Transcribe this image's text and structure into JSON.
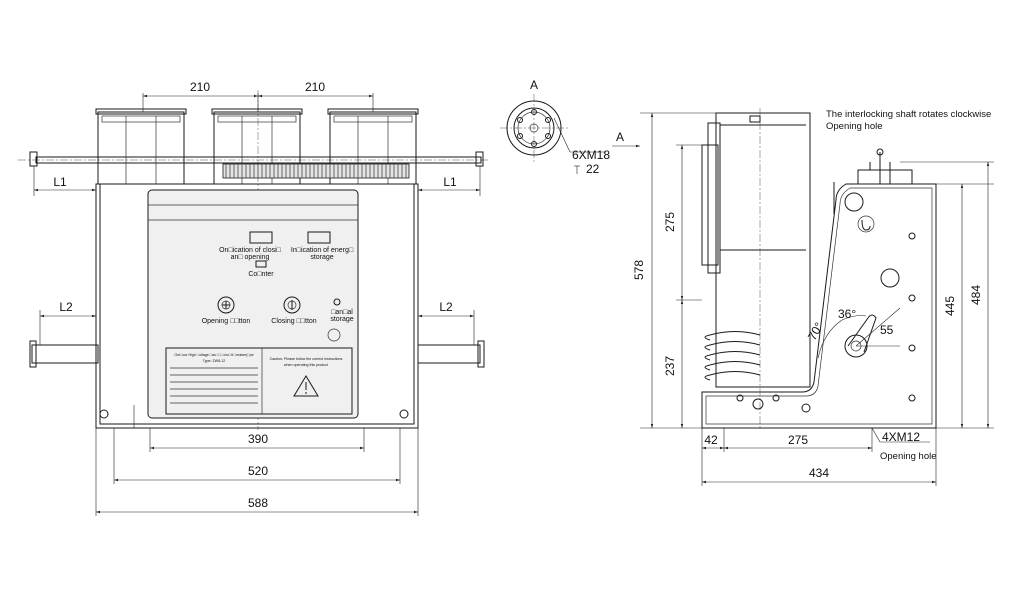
{
  "front_view": {
    "dims": {
      "top_left": "210",
      "top_right": "210",
      "l1_left": "L1",
      "l1_right": "L1",
      "l2_left": "L2",
      "l2_right": "L2",
      "inner_width": "390",
      "mid_width": "520",
      "overall_width": "588"
    },
    "panel": {
      "indication_closing": [
        "On□ication of closi□",
        "an□ opening"
      ],
      "indication_energy": [
        "In□ication of energ□",
        "storage"
      ],
      "counter": "Co□nter",
      "opening_button": "Opening □□tton",
      "closing_button": "Closing □□tton",
      "manual_storage": [
        "□an□al",
        "storage"
      ],
      "nameplate_title": "Out□oor High □oltage □ac□□□ circ□it □reaker(□pe",
      "nameplate_type": "Type: ZW8-12",
      "warning_text": [
        "Caution: Please follow the correct instructions",
        "when operating this product"
      ]
    }
  },
  "detail_view": {
    "section_label": "A",
    "thread_spec": "6XM18",
    "depth": "22"
  },
  "side_view": {
    "section_arrow_label": "A",
    "note_line1": "The interlocking shaft rotates clockwise",
    "note_line2": "Opening hole",
    "dims": {
      "height_total": "578",
      "upper": "275",
      "lower": "237",
      "height_445": "445",
      "height_484": "484",
      "angle_36": "36°",
      "angle_70": "70°",
      "dim_55": "55",
      "base_42": "42",
      "base_275": "275",
      "base_434": "434",
      "bolt_spec": "4XM12",
      "opening_hole": "Opening hole"
    }
  }
}
